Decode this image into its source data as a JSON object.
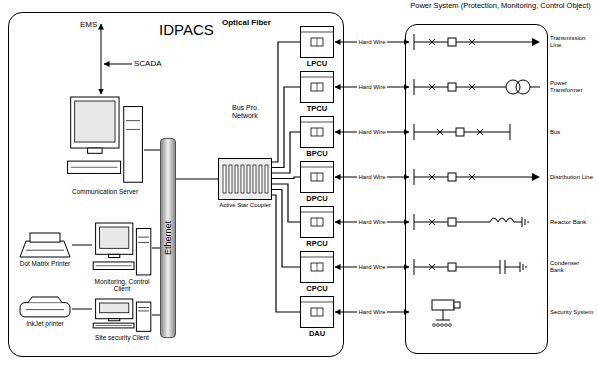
{
  "diagram": {
    "nodes": [
      {
        "text": [
          "IDPACS"
        ]
      },
      {
        "text": [
          "Communication Server"
        ],
        "in": 0
      },
      {
        "text": [
          "Active Star Coupler"
        ],
        "in": 0
      },
      {
        "text": [
          "Ethernet"
        ],
        "in": 0
      },
      {
        "text": [
          "Monitoring, Control Client"
        ],
        "in": 0
      },
      {
        "text": [
          "Site security Client"
        ],
        "in": 0
      },
      {
        "text": [
          "Dot Matrix Printer"
        ],
        "in": 0
      },
      {
        "text": [
          "InkJet printer"
        ],
        "in": 0
      },
      {
        "text": [
          "LPCU"
        ],
        "in": 0
      },
      {
        "text": [
          "TPCU"
        ],
        "in": 0
      },
      {
        "text": [
          "BPCU"
        ],
        "in": 0
      },
      {
        "text": [
          "DPCU"
        ],
        "in": 0
      },
      {
        "text": [
          "RPCU"
        ],
        "in": 0
      },
      {
        "text": [
          "CPCU"
        ],
        "in": 0
      },
      {
        "text": [
          "DAU"
        ],
        "in": 0
      },
      {
        "text": [
          "Power System (Protection, Monitoring, Control Object)"
        ]
      },
      {
        "text": [
          "Transmission Line"
        ],
        "in": 15
      },
      {
        "text": [
          "Power Transformer"
        ],
        "in": 15
      },
      {
        "text": [
          "Bus"
        ],
        "in": 15
      },
      {
        "text": [
          "Distribution Line"
        ],
        "in": 15
      },
      {
        "text": [
          "Reactor Bank"
        ],
        "in": 15
      },
      {
        "text": [
          "Condenser Bank"
        ],
        "in": 15
      },
      {
        "text": [
          "Security System"
        ],
        "in": 15
      }
    ],
    "edges": [
      {
        "from": 1,
        "to": 3,
        "arrow": "none"
      },
      {
        "from": 3,
        "to": 2,
        "arrow": "none"
      },
      {
        "from": 4,
        "to": 3,
        "arrow": "none"
      },
      {
        "from": 5,
        "to": 3,
        "arrow": "none"
      },
      {
        "from": 6,
        "to": 4,
        "arrow": "none"
      },
      {
        "from": 7,
        "to": 5,
        "arrow": "none"
      },
      {
        "from": 2,
        "to": 8,
        "arrow": "none"
      },
      {
        "from": 2,
        "to": 9,
        "arrow": "none"
      },
      {
        "from": 2,
        "to": 10,
        "arrow": "none"
      },
      {
        "from": 2,
        "to": 11,
        "arrow": "none"
      },
      {
        "from": 2,
        "to": 12,
        "arrow": "none"
      },
      {
        "from": 2,
        "to": 13,
        "arrow": "none"
      },
      {
        "from": 2,
        "to": 14,
        "arrow": "none"
      },
      {
        "from": 8,
        "to": 16,
        "label": "Hard Wire",
        "arrow": "both"
      },
      {
        "from": 9,
        "to": 17,
        "label": "Hard Wire",
        "arrow": "both"
      },
      {
        "from": 10,
        "to": 18,
        "label": "Hard Wire",
        "arrow": "both"
      },
      {
        "from": 11,
        "to": 19,
        "label": "Hard Wire",
        "arrow": "both"
      },
      {
        "from": 12,
        "to": 20,
        "label": "Hard Wire",
        "arrow": "both"
      },
      {
        "from": 13,
        "to": 21,
        "label": "Hard Wire",
        "arrow": "both"
      },
      {
        "from": 14,
        "to": 22,
        "label": "Hard Wire",
        "arrow": "both"
      }
    ],
    "labels": [
      "EMS",
      "SCADA",
      "Optical Fiber",
      "Bus Pro. Network"
    ]
  }
}
